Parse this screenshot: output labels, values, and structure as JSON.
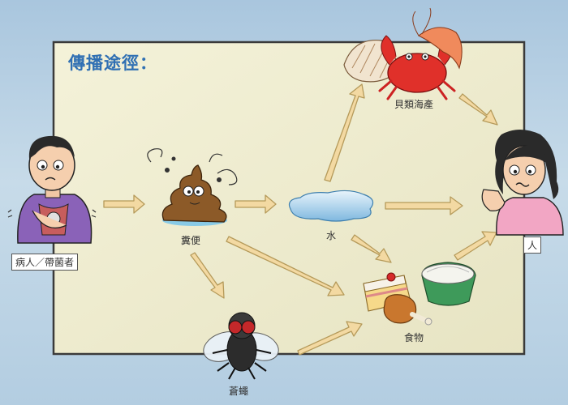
{
  "title": "傳播途徑：",
  "labels": {
    "patient": "病人／帶菌者",
    "feces": "糞便",
    "water": "水",
    "shellfish": "貝類海產",
    "food": "食物",
    "fly": "蒼蠅",
    "person": "人"
  },
  "colors": {
    "panel": "#efedd0",
    "arrow_fill": "#f3d9a2",
    "arrow_stroke": "#b59a5a",
    "title": "#2f6fb3"
  }
}
